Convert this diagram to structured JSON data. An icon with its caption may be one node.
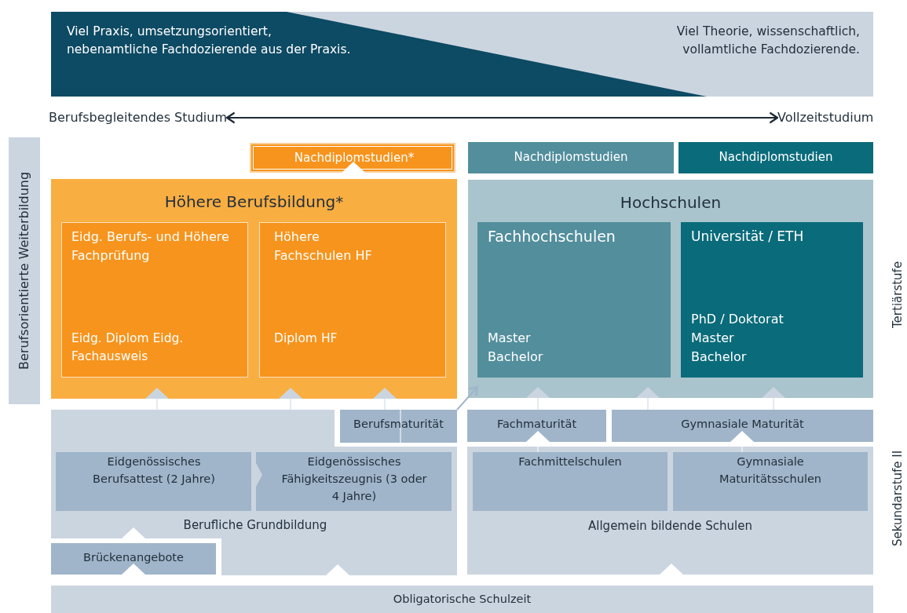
{
  "diagram": {
    "nodes": [
      {
        "text": [
          "Viel Theorie, wissenschaftlich, vollamtliche Fachdozierende."
        ]
      },
      {
        "text": [
          "Viel Praxis, umsetzungsorientiert, nebenamtliche Fachdozierende aus der Praxis."
        ],
        "in": 0
      },
      {
        "text": [
          "Berufsbegleitendes Studium"
        ]
      },
      {
        "text": [
          "Vollzeitstudium"
        ]
      },
      {
        "text": [
          "Berufsorientierte Weiterbildung"
        ]
      },
      {
        "text": [
          "Nachdiplomstudien*"
        ]
      },
      {
        "text": [
          "Höhere Berufsbildung*"
        ]
      },
      {
        "text": [
          "Eidg. Berufs- und Höhere Fachprüfung",
          "Eidg. Diplom Eidg. Fachausweis"
        ],
        "in": 6
      },
      {
        "text": [
          "Höhere Fachschulen HF",
          "Diplom HF"
        ],
        "in": 6
      },
      {
        "text": [
          "Nachdiplomstudien"
        ]
      },
      {
        "text": [
          "Nachdiplomstudien"
        ]
      },
      {
        "text": [
          "Hochschulen"
        ]
      },
      {
        "text": [
          "Fachhochschulen",
          "Master Bachelor"
        ],
        "in": 11
      },
      {
        "text": [
          "Universität / ETH",
          "PhD / Doktorat Master Bachelor"
        ],
        "in": 11
      },
      {
        "text": [
          "Berufliche Grundbildung"
        ]
      },
      {
        "text": [
          "Berufsmaturität"
        ]
      },
      {
        "text": [
          "Eidgenössisches Berufsattest (2 Jahre)"
        ],
        "in": 14
      },
      {
        "text": [
          "Eidgenössisches Fähigkeitszeugnis (3 oder 4 Jahre)"
        ],
        "in": 14
      },
      {
        "text": [
          "Brückenangebote"
        ]
      },
      {
        "text": [
          "Fachmaturität"
        ]
      },
      {
        "text": [
          "Gymnasiale Maturität"
        ]
      },
      {
        "text": [
          "Allgemein bildende Schulen"
        ]
      },
      {
        "text": [
          "Fachmittelschulen"
        ],
        "in": 21
      },
      {
        "text": [
          "Gymnasiale Maturitätsschulen"
        ],
        "in": 21
      },
      {
        "text": [
          "Obligatorische Schulzeit"
        ]
      }
    ],
    "edges": [
      {
        "from": 2,
        "to": 3,
        "arrow": "both",
        "color": "#1f2a36"
      },
      {
        "from": 6,
        "to": 5,
        "arrow": "to"
      },
      {
        "from": 14,
        "to": 6,
        "arrow": "to",
        "color": "#cbd5e0"
      },
      {
        "from": 14,
        "to": 6,
        "arrow": "to",
        "color": "#cbd5e0"
      },
      {
        "from": 15,
        "to": 6,
        "arrow": "to",
        "color": "#cbd5e0"
      },
      {
        "from": 19,
        "to": 11,
        "arrow": "to",
        "color": "#cbd5e0"
      },
      {
        "from": 20,
        "to": 11,
        "arrow": "to",
        "color": "#cbd5e0"
      },
      {
        "from": 20,
        "to": 11,
        "arrow": "to",
        "color": "#cbd5e0"
      },
      {
        "from": 15,
        "to": 11,
        "arrow": "to",
        "color": "#a0b5ca"
      },
      {
        "from": 22,
        "to": 19,
        "arrow": "to"
      },
      {
        "from": 23,
        "to": 20,
        "arrow": "to"
      },
      {
        "from": 14,
        "to": 15,
        "arrow": "to"
      },
      {
        "from": 16,
        "to": 17,
        "arrow": "to",
        "color": "#cbd5e0"
      },
      {
        "from": 18,
        "to": 14,
        "arrow": "to"
      },
      {
        "from": 24,
        "to": 18,
        "arrow": "to"
      },
      {
        "from": 24,
        "to": 14,
        "arrow": "to"
      },
      {
        "from": 24,
        "to": 21,
        "arrow": "to"
      }
    ],
    "labels": [
      "Tertiärstufe",
      "Sekundarstufe II"
    ]
  }
}
